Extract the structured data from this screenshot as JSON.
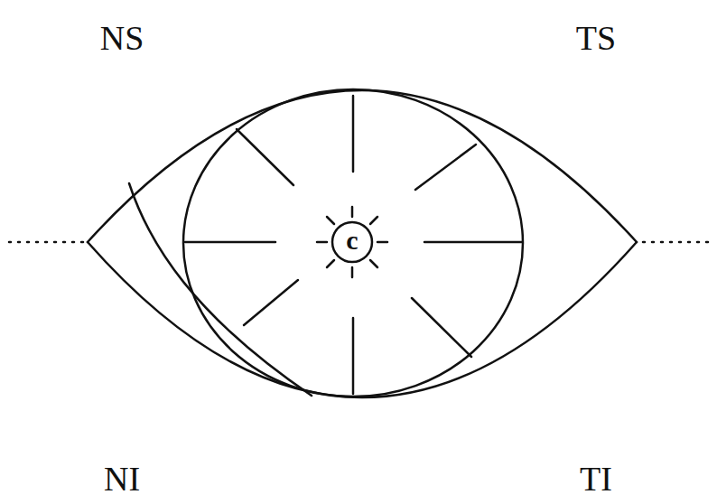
{
  "diagram": {
    "labels": [
      "NS",
      "TS",
      "NI",
      "TI",
      "c"
    ]
  }
}
